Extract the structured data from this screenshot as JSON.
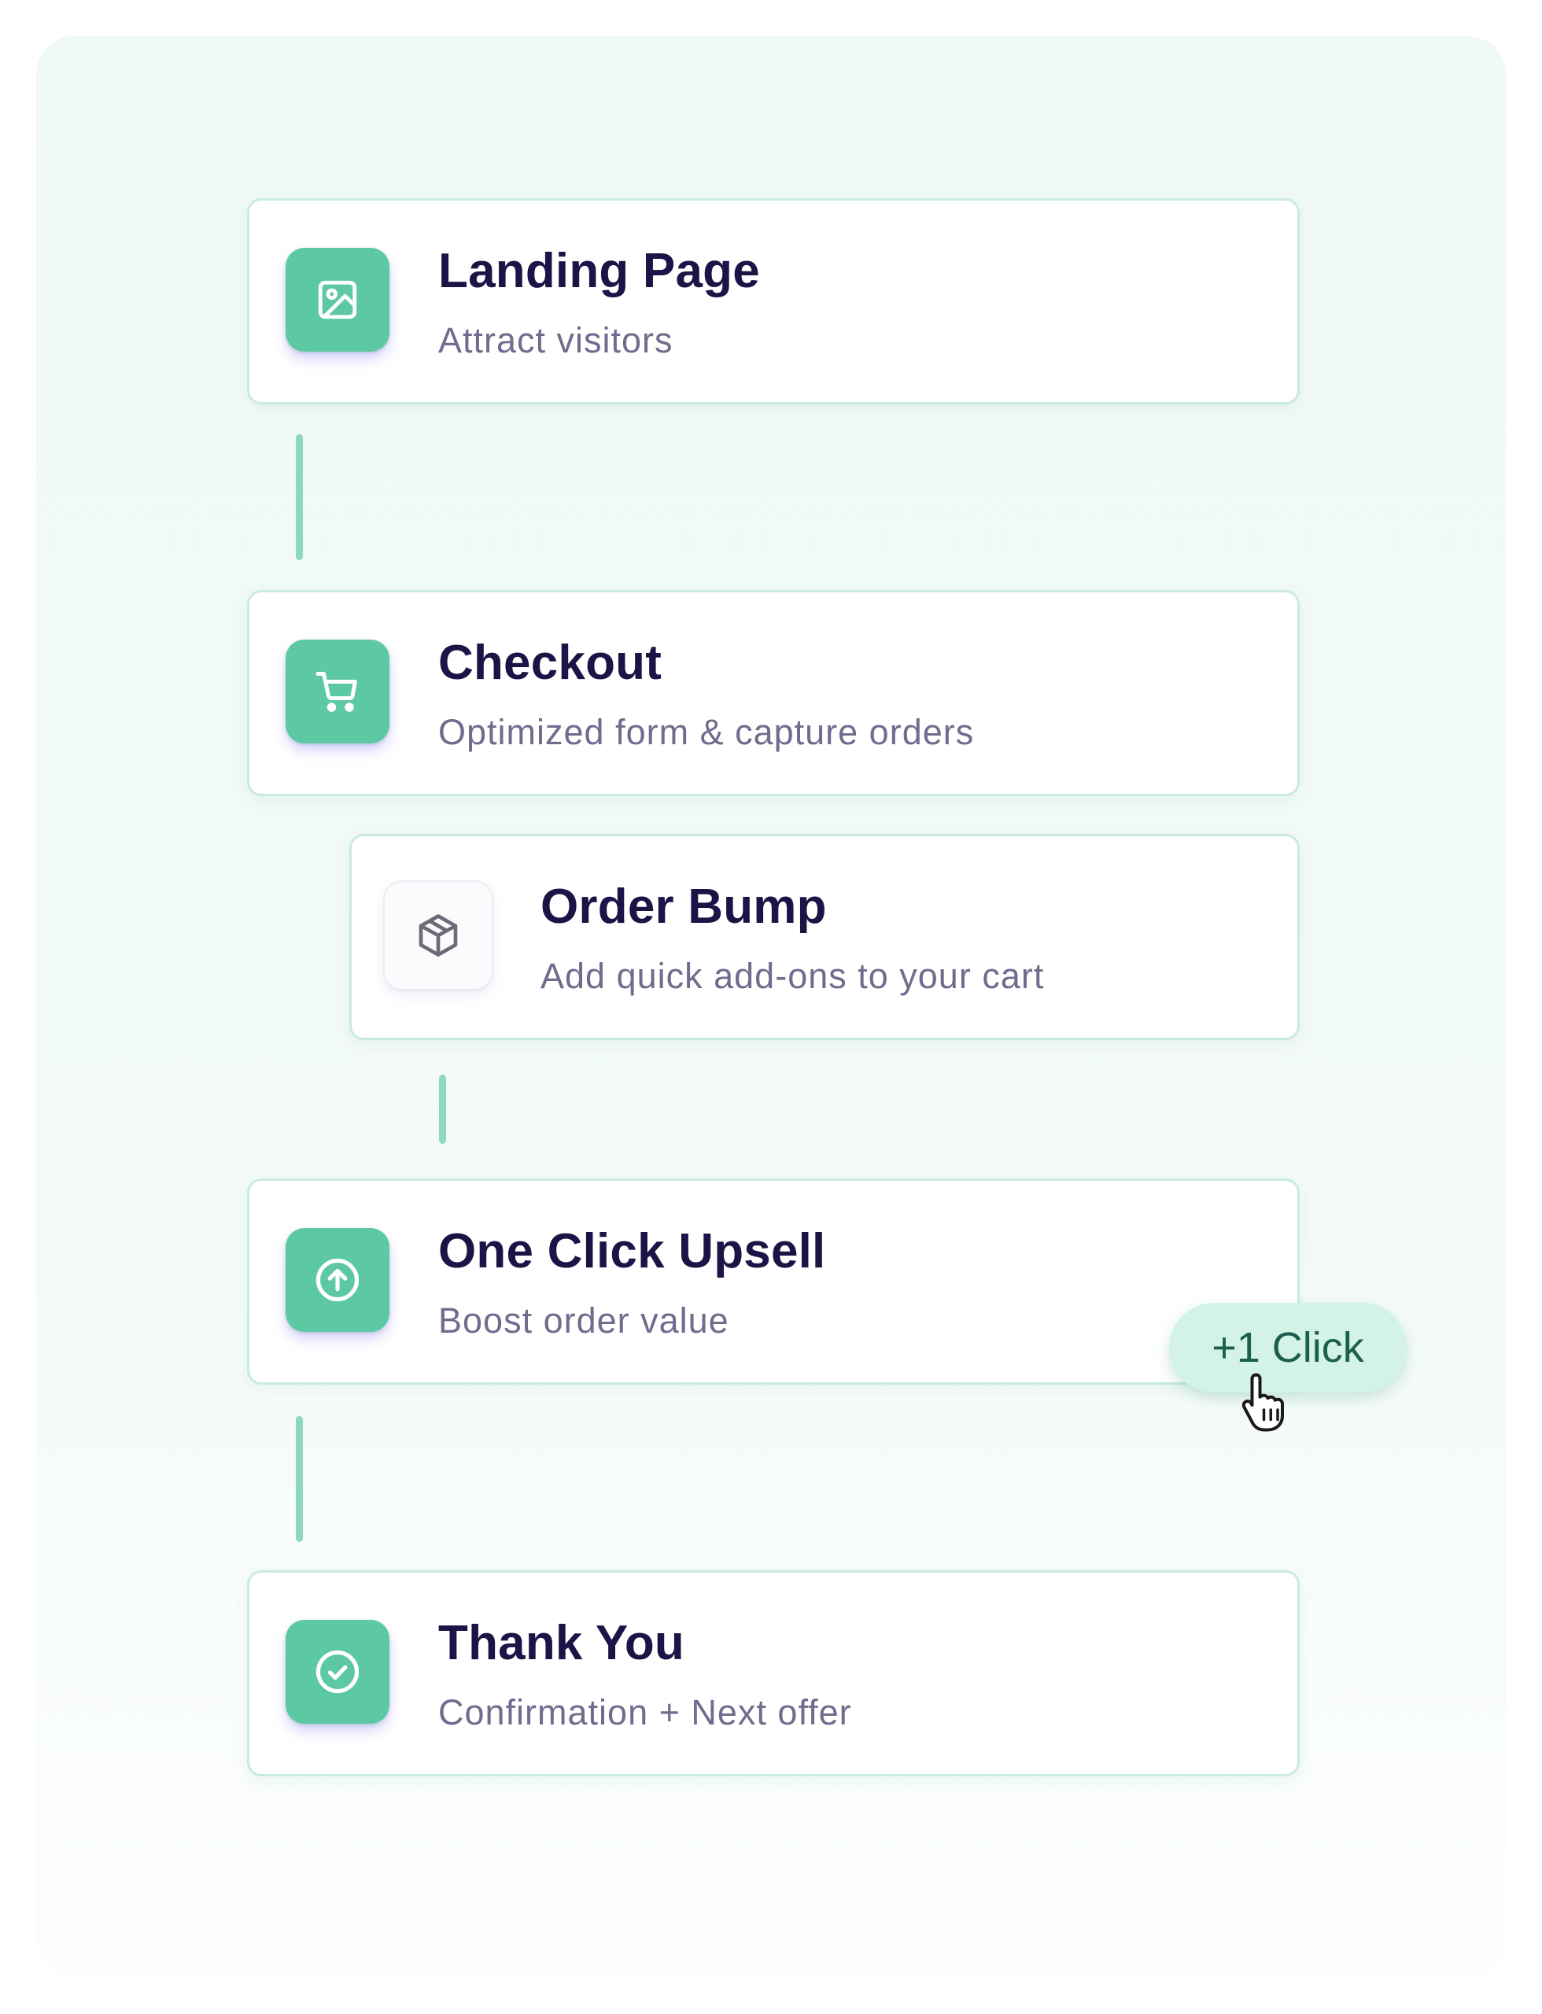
{
  "steps": [
    {
      "title": "Landing Page",
      "subtitle": "Attract visitors",
      "icon": "image-icon"
    },
    {
      "title": "Checkout",
      "subtitle": "Optimized form & capture orders",
      "icon": "cart-icon"
    },
    {
      "title": "Order Bump",
      "subtitle": "Add quick add-ons to your cart",
      "icon": "box-icon"
    },
    {
      "title": "One Click Upsell",
      "subtitle": "Boost order value",
      "icon": "arrow-up-circle-icon"
    },
    {
      "title": "Thank You",
      "subtitle": "Confirmation + Next offer",
      "icon": "check-circle-icon"
    }
  ],
  "badge": {
    "label": "+1 Click",
    "cursor_icon": "hand-pointer-icon"
  },
  "colors": {
    "accent": "#5cc9a2",
    "connector": "#8ed9bd",
    "title": "#1b1446",
    "subtitle": "#6f6c8e",
    "badge_bg": "#d2f3e6"
  }
}
